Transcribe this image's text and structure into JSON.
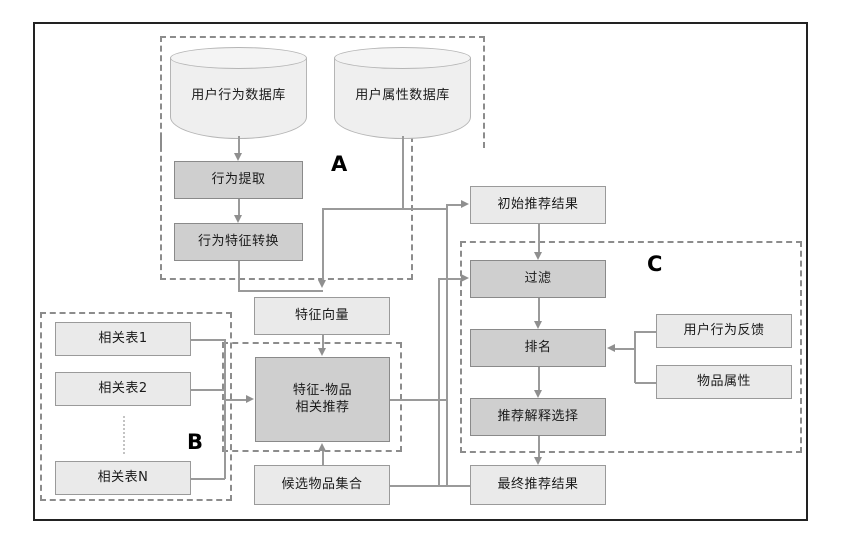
{
  "diagram": {
    "groups": [
      {
        "id": "A",
        "label": "A"
      },
      {
        "id": "B",
        "label": "B"
      },
      {
        "id": "C",
        "label": "C"
      }
    ],
    "databases": [
      {
        "id": "user-behavior-db",
        "label": "用户行为数据库"
      },
      {
        "id": "user-attribute-db",
        "label": "用户属性数据库"
      }
    ],
    "nodes": {
      "behavior_extraction": "行为提取",
      "behavior_feature_transform": "行为特征转换",
      "feature_vector": "特征向量",
      "related_table_1": "相关表1",
      "related_table_2": "相关表2",
      "related_table_n": "相关表N",
      "feature_item_recommend_line1": "特征-物品",
      "feature_item_recommend_line2": "相关推荐",
      "candidate_item_set": "候选物品集合",
      "initial_recommendation": "初始推荐结果",
      "filter": "过滤",
      "ranking": "排名",
      "explanation_selection": "推荐解释选择",
      "final_recommendation": "最终推荐结果",
      "user_behavior_feedback": "用户行为反馈",
      "item_attribute": "物品属性"
    },
    "colors": {
      "frame_border": "#222222",
      "group_dashed": "#8c8c8c",
      "node_light_fill": "#eaeaea",
      "node_dark_fill": "#cfcfcf",
      "node_border": "#9a9a9a",
      "connector": "#9a9a9a",
      "cylinder_fill": "#efefef",
      "text": "#1a1a1a"
    }
  }
}
